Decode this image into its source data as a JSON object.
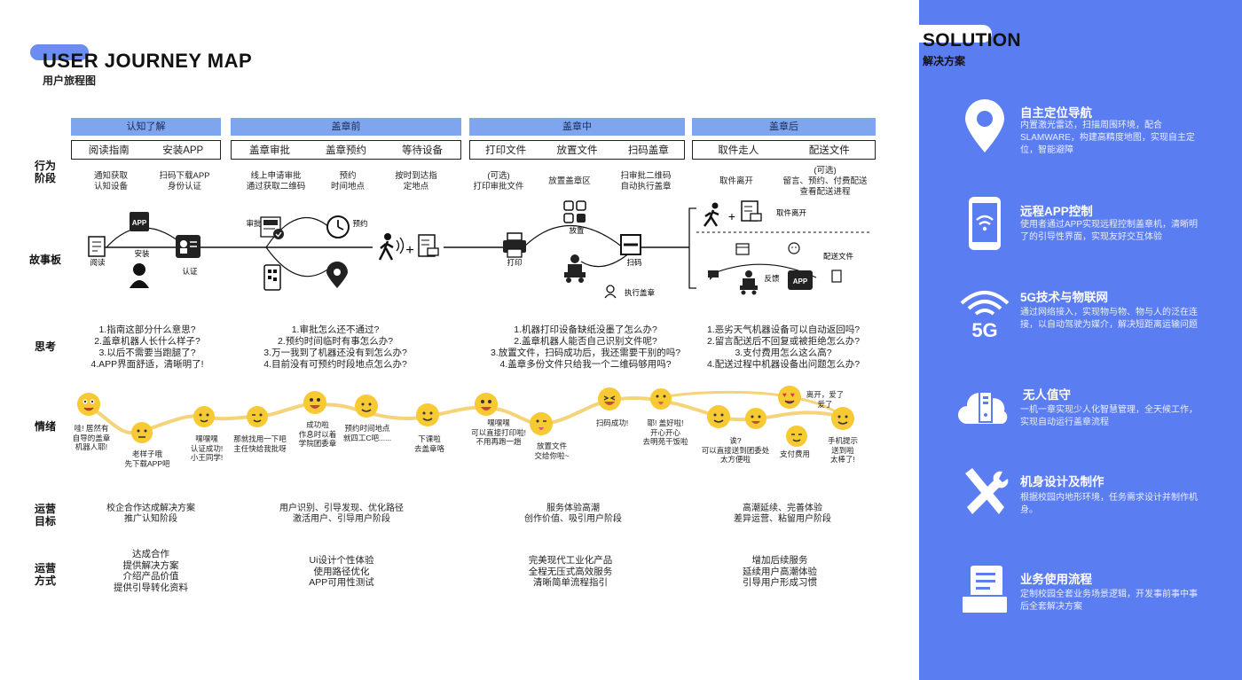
{
  "header": {
    "title": "USER JOURNEY MAP",
    "subtitle": "用户旅程图"
  },
  "row_labels": {
    "action": [
      "行为",
      "阶段"
    ],
    "storyboard": "故事板",
    "thinking": "思考",
    "emotion": "情绪",
    "ops_goal": [
      "运营",
      "目标"
    ],
    "ops_method": [
      "运营",
      "方式"
    ]
  },
  "stages": [
    {
      "name": "认知了解",
      "actions": [
        "阅读指南",
        "安装APP"
      ],
      "action_details": [
        [
          "通知获取",
          "认知设备"
        ],
        [
          "扫码下载APP",
          "身份认证"
        ]
      ],
      "thoughts": [
        "1.指南这部分什么意思?",
        "2.盖章机器人长什么样子?",
        "3.以后不需要当跑腿了?",
        "4.APP界面舒适，清晰明了!"
      ],
      "ops_goal": [
        "校企合作达成解决方案",
        "推广认知阶段"
      ],
      "ops_method": [
        "达成合作",
        "提供解决方案",
        "介绍产品价值",
        "提供引导转化资料"
      ]
    },
    {
      "name": "盖章前",
      "actions": [
        "盖章审批",
        "盖章预约",
        "等待设备"
      ],
      "action_details": [
        [
          "线上申请审批",
          "通过获取二维码"
        ],
        [
          "预约",
          "时间地点"
        ],
        [
          "按时到达指",
          "定地点"
        ]
      ],
      "thoughts": [
        "1.审批怎么还不通过?",
        "2.预约时间临时有事怎么办?",
        "3.万一我到了机器还没有到怎么办?",
        "4.目前没有可预约时段地点怎么办?"
      ],
      "ops_goal": [
        "用户识别、引导发现、优化路径",
        "激活用户、引导用户阶段"
      ],
      "ops_method": [
        "Ui设计个性体验",
        "使用路径优化",
        "APP可用性测试"
      ]
    },
    {
      "name": "盖章中",
      "actions": [
        "打印文件",
        "放置文件",
        "扫码盖章"
      ],
      "action_details": [
        [
          "(可选)",
          "打印审批文件"
        ],
        [
          "放置盖章区"
        ],
        [
          "扫审批二维码",
          "自动执行盖章"
        ]
      ],
      "thoughts": [
        "1.机器打印设备缺纸没墨了怎么办?",
        "2.盖章机器人能否自己识别文件呢?",
        "3.放置文件，扫码成功后，我还需要干别的吗?",
        "4.盖章多份文件只给我一个二维码够用吗?"
      ],
      "ops_goal": [
        "服务体验高潮",
        "创作价值、吸引用户阶段"
      ],
      "ops_method": [
        "完美现代工业化产品",
        "全程无压式高效服务",
        "清晰简单流程指引"
      ]
    },
    {
      "name": "盖章后",
      "actions": [
        "取件走人",
        "配送文件"
      ],
      "action_details": [
        [
          "取件离开"
        ],
        [
          "(可选)",
          "留言、预约、付费配送",
          "查看配送进程"
        ]
      ],
      "thoughts": [
        "1.恶劣天气机器设备可以自动返回吗?",
        "2.留言配送后不回复或被拒绝怎么办?",
        "3.支付费用怎么这么高?",
        "4.配送过程中机器设备出问题怎么办?"
      ],
      "ops_goal": [
        "高潮延续、完善体验",
        "差异运营、粘留用户阶段"
      ],
      "ops_method": [
        "增加后续服务",
        "延续用户高潮体验",
        "引导用户形成习惯"
      ]
    }
  ],
  "storyboard_labels": {
    "read": "阅读",
    "install": "安装",
    "auth": "认证",
    "app": "APP",
    "approve": "审批",
    "reserve": "预约",
    "print": "打印",
    "place": "放置",
    "scan": "扫码",
    "execute": "执行盖章",
    "pickup": "取件离开",
    "deliver": "配送文件",
    "feedback": "反馈",
    "plus": "+"
  },
  "emotion_notes": [
    [
      "哇! 居然有",
      "自导的盖章",
      "机器人耶!"
    ],
    [
      "老样子哦",
      "先下载APP吧"
    ],
    [
      "嘿嘿嘿",
      "认证成功!",
      "小王同学!"
    ],
    [
      "那就找用一下吧",
      "主任快给我批呀"
    ],
    [
      "成功啦",
      "作息时以着",
      "学院团委章"
    ],
    [
      "预约时间地点",
      "就四工C吧......"
    ],
    [
      "下课啦",
      "去盖章咯"
    ],
    [
      "嘿嘿嘿",
      "可以直接打印啦!",
      "不用再跑一趟"
    ],
    [
      "放置文件",
      "交给你啦~"
    ],
    [
      "扫码成功!"
    ],
    [
      "耶! 盖好啦!",
      "开心开心",
      "去明苑干饭啦"
    ],
    [
      "诶?",
      "可以直接送到团委处",
      "太方便啦"
    ],
    [
      "支付费用"
    ],
    [
      "离开，爱了",
      "爱了"
    ],
    [
      "手机提示",
      "送到啦",
      "太棒了!"
    ]
  ],
  "solution": {
    "title": "SOLUTION",
    "subtitle": "解决方案",
    "features": [
      {
        "icon": "location-pin-icon",
        "title": "自主定位导航",
        "desc": "内置激光雷达，扫描周围环境，配合SLAMWARE，构建高精度地图，实现自主定位，智能避障"
      },
      {
        "icon": "phone-wifi-icon",
        "title": "远程APP控制",
        "desc": "使用者通过APP实现远程控制盖章机，清晰明了的引导性界面，实现友好交互体验"
      },
      {
        "icon": "5g-icon",
        "title": "5G技术与物联网",
        "desc": "通过网络接入，实现物与物、物与人的泛在连接，以自动驾驶为媒介，解决短距离运输问题"
      },
      {
        "icon": "cloud-server-icon",
        "title": "无人值守",
        "desc": "一机一章实现少人化智慧管理，全天候工作，实现自动运行盖章流程"
      },
      {
        "icon": "tools-icon",
        "title": "机身设计及制作",
        "desc": "根据校园内地形环境，任务需求设计并制作机身。"
      },
      {
        "icon": "document-stack-icon",
        "title": "业务使用流程",
        "desc": "定制校园全套业务场景逻辑，开发事前事中事后全套解决方案"
      }
    ]
  },
  "colors": {
    "accent": "#5b7df2",
    "stage_bar": "#7fa5ee",
    "emotion_line": "#f5d37a",
    "face": "#f7c932"
  }
}
